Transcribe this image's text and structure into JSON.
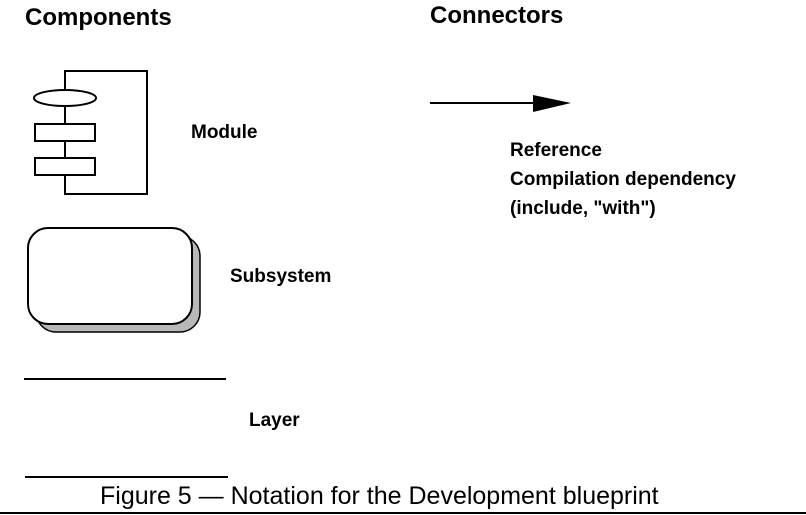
{
  "headings": {
    "components": "Components",
    "connectors": "Connectors"
  },
  "components": [
    {
      "name": "module",
      "label": "Module",
      "icon": "module-icon"
    },
    {
      "name": "subsystem",
      "label": "Subsystem",
      "icon": "subsystem-icon"
    },
    {
      "name": "layer",
      "label": "Layer",
      "icon": "layer-lines-icon"
    }
  ],
  "connectors": [
    {
      "name": "reference",
      "icon": "arrow-right-icon",
      "lines": [
        "Reference",
        "Compilation dependency",
        "(include, \"with\")"
      ]
    }
  ],
  "caption": "Figure 5 — Notation for the Development blueprint",
  "colors": {
    "stroke": "#000000",
    "shadow": "#b8b8b8",
    "background": "#ffffff"
  }
}
